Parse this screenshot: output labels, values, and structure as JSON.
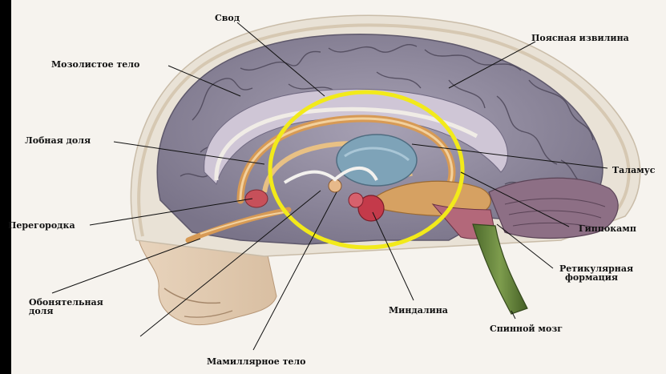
{
  "diagram": {
    "labels": {
      "svod": "Свод",
      "corpus_callosum": "Мозолистое тело",
      "cingulate": "Поясная  извилина",
      "frontal": "Лобная доля",
      "thalamus": "Таламус",
      "septum": "Перегородка",
      "hippocampus": "Гиппокамп",
      "reticular_1": "Ретикулярная",
      "reticular_2": "формация",
      "olfactory_1": "Обонятельная",
      "olfactory_2": "доля",
      "amygdala": "Миндалина",
      "spinal": "Спинной мозг",
      "mamillary": "Мамиллярное тело"
    },
    "highlight_color": "#f2ea1a",
    "colors": {
      "background": "#f6f3ee",
      "frame": "#000000",
      "brain_surface": "#8f8aa0",
      "limbic": "#d79a55",
      "thalamus": "#7ea3b8",
      "amygdala": "#c43a4a",
      "spinal_cord": "#5f7a3a"
    }
  }
}
